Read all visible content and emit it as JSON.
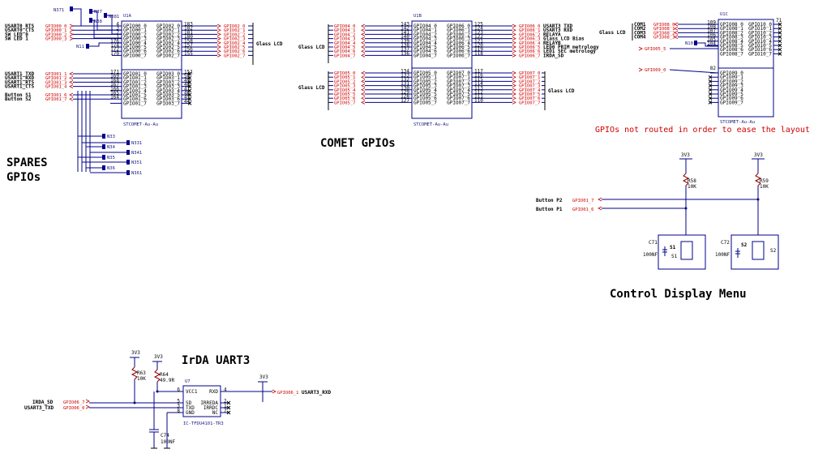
{
  "sections": {
    "spares_line1": "SPARES",
    "spares_line2": "GPIOs",
    "comet": "COMET GPIOs",
    "control_menu": "Control Display Menu",
    "irda": "IrDA UART3",
    "not_routed": "GPIOs not routed in order to ease the layout"
  },
  "u1a": {
    "ref": "U1A",
    "part": "STCOMET-Au-Au",
    "nc_refs": [
      "N371",
      "N37",
      "N381",
      "N38",
      "N11"
    ],
    "bottom_nc": [
      "N33",
      "N331",
      "N34",
      "N341",
      "N35",
      "N351",
      "N36",
      "N361"
    ],
    "top_left": [
      {
        "net": "USART0_RTS",
        "flag": "GPIO00_0",
        "pnum": "4",
        "pin": "GPIO00_0"
      },
      {
        "net": "USART0_CTS",
        "flag": "GPIO00_1",
        "pnum": "3",
        "pin": "GPIO00_1"
      },
      {
        "net": "SW LED 0",
        "flag": "GPIO00_2",
        "pnum": "2",
        "pin": "GPIO00_2"
      },
      {
        "net": "SW LED 1",
        "flag": "GPIO00_3",
        "pnum": "1",
        "pin": "GPIO00_3"
      },
      {
        "net": "",
        "flag": "",
        "pnum": "176",
        "pin": "GPIO00_4"
      },
      {
        "net": "",
        "flag": "",
        "pnum": "174",
        "pin": "GPIO00_5"
      },
      {
        "net": "",
        "flag": "",
        "pnum": "172",
        "pin": "GPIO00_6"
      },
      {
        "net": "",
        "flag": "",
        "pnum": "170",
        "pin": "GPIO00_7"
      }
    ],
    "top_right": [
      {
        "pin": "GPIO02_0",
        "pnum": "183",
        "flag": "GPIO02_0"
      },
      {
        "pin": "GPIO02_1",
        "pnum": "182",
        "flag": "GPIO02_1"
      },
      {
        "pin": "GPIO02_2",
        "pnum": "181",
        "flag": "GPIO02_2"
      },
      {
        "pin": "GPIO02_3",
        "pnum": "180",
        "flag": "GPIO02_3"
      },
      {
        "pin": "GPIO02_4",
        "pnum": "158",
        "flag": "GPIO02_4"
      },
      {
        "pin": "GPIO02_5",
        "pnum": "157",
        "flag": "GPIO02_5"
      },
      {
        "pin": "GPIO02_6",
        "pnum": "156",
        "flag": "GPIO02_6"
      },
      {
        "pin": "GPIO02_7",
        "pnum": "155",
        "flag": "GPIO02_7"
      }
    ],
    "top_right_label": "Glass LCD",
    "bot_left": [
      {
        "net": "USART1_TXD",
        "flag": "GPIO01_1",
        "pnum": "171",
        "pin": "GPIO01_0"
      },
      {
        "net": "USART1_RXD",
        "flag": "GPIO01_2",
        "pnum": "169",
        "pin": "GPIO01_1"
      },
      {
        "net": "USART1_RTS",
        "flag": "GPIO01_3",
        "pnum": "168",
        "pin": "GPIO01_2"
      },
      {
        "net": "USART1_CTS",
        "flag": "GPIO01_4",
        "pnum": "167",
        "pin": "GPIO01_3"
      },
      {
        "net": "",
        "flag": "",
        "pnum": "166",
        "pin": "GPIO01_4"
      },
      {
        "net": "Button S1",
        "flag": "GPIO01_6",
        "pnum": "165",
        "pin": "GPIO01_5"
      },
      {
        "net": "Button S2",
        "flag": "GPIO01_7",
        "pnum": "164",
        "pin": "GPIO01_6"
      },
      {
        "net": "",
        "flag": "",
        "pnum": "",
        "pin": "GPIO01_7"
      }
    ],
    "bot_right": [
      {
        "pin": "GPIO03_0",
        "pnum": "151"
      },
      {
        "pin": "GPIO03_1",
        "pnum": "50"
      },
      {
        "pin": "GPIO03_2",
        "pnum": "49"
      },
      {
        "pin": "GPIO03_3",
        "pnum": "48"
      },
      {
        "pin": "GPIO03_4",
        "pnum": "47"
      },
      {
        "pin": "GPIO03_5",
        "pnum": "46"
      },
      {
        "pin": "GPIO03_6",
        "pnum": "45"
      },
      {
        "pin": "GPIO03_7",
        "pnum": "44"
      }
    ]
  },
  "u1b": {
    "ref": "U1B",
    "part": "STCOMET-Au-Au",
    "top_label": "Glass LCD",
    "bot_label": "Glass LCD",
    "bot_right_label": "Glass LCD",
    "top_left": [
      {
        "flag": "GPIO04_0",
        "pnum": "143",
        "pin": "GPIO04_0"
      },
      {
        "flag": "GPIO04_1",
        "pnum": "142",
        "pin": "GPIO04_1"
      },
      {
        "flag": "GPIO04_2",
        "pnum": "141",
        "pin": "GPIO04_2"
      },
      {
        "flag": "GPIO04_3",
        "pnum": "140",
        "pin": "GPIO04_3"
      },
      {
        "flag": "GPIO04_4",
        "pnum": "139",
        "pin": "GPIO04_4"
      },
      {
        "flag": "GPIO04_5",
        "pnum": "138",
        "pin": "GPIO04_5"
      },
      {
        "flag": "GPIO04_6",
        "pnum": "137",
        "pin": "GPIO04_6"
      },
      {
        "flag": "GPIO04_7",
        "pnum": "136",
        "pin": "GPIO04_7"
      }
    ],
    "top_right": [
      {
        "pin": "GPIO06_0",
        "pnum": "125",
        "flag": "GPIO06_0",
        "net": "USART3 TXD"
      },
      {
        "pin": "GPIO06_1",
        "pnum": "124",
        "flag": "GPIO06_1",
        "net": "USART3 RXD"
      },
      {
        "pin": "GPIO06_2",
        "pnum": "123",
        "flag": "GPIO06_2",
        "net": "RELAYA"
      },
      {
        "pin": "GPIO06_3",
        "pnum": "122",
        "flag": "GPIO06_3",
        "net": "Glass LCD Bias"
      },
      {
        "pin": "GPIO06_4",
        "pnum": "121",
        "flag": "GPIO06_4",
        "net": "RELAYB"
      },
      {
        "pin": "GPIO06_5",
        "pnum": "120",
        "flag": "GPIO06_5",
        "net": "LED0 PRIM metrology"
      },
      {
        "pin": "GPIO06_6",
        "pnum": "119",
        "flag": "GPIO06_6",
        "net": "LED1 SEC metrology"
      },
      {
        "pin": "GPIO06_7",
        "pnum": "118",
        "flag": "GPIO06_7",
        "net": "IRDA_SD"
      }
    ],
    "bot_left": [
      {
        "flag": "GPIO05_0",
        "pnum": "134",
        "pin": "GPIO05_0"
      },
      {
        "flag": "GPIO05_1",
        "pnum": "133",
        "pin": "GPIO05_1"
      },
      {
        "flag": "GPIO05_2",
        "pnum": "132",
        "pin": "GPIO05_2"
      },
      {
        "flag": "GPIO05_3",
        "pnum": "131",
        "pin": "GPIO05_3"
      },
      {
        "flag": "GPIO05_4",
        "pnum": "130",
        "pin": "GPIO05_4"
      },
      {
        "flag": "GPIO05_5",
        "pnum": "129",
        "pin": "GPIO05_5"
      },
      {
        "flag": "GPIO05_6",
        "pnum": "128",
        "pin": "GPIO05_6"
      },
      {
        "flag": "GPIO05_7",
        "pnum": "127",
        "pin": "GPIO05_7"
      }
    ],
    "bot_right": [
      {
        "pin": "GPIO07_0",
        "pnum": "117",
        "flag": "GPIO07_0"
      },
      {
        "pin": "GPIO07_1",
        "pnum": "116",
        "flag": "GPIO07_1"
      },
      {
        "pin": "GPIO07_2",
        "pnum": "115",
        "flag": "GPIO07_2"
      },
      {
        "pin": "GPIO07_3",
        "pnum": "114",
        "flag": "GPIO07_3"
      },
      {
        "pin": "GPIO07_4",
        "pnum": "113",
        "flag": "GPIO07_4"
      },
      {
        "pin": "GPIO07_5",
        "pnum": "112",
        "flag": "GPIO07_5"
      },
      {
        "pin": "GPIO07_6",
        "pnum": "111",
        "flag": "GPIO07_6"
      },
      {
        "pin": "GPIO07_7",
        "pnum": "110",
        "flag": "GPIO07_7"
      }
    ]
  },
  "u1c": {
    "ref": "U1C",
    "part": "STCOMET-Au-Au",
    "lcd_label": "Glass LCD",
    "nc_ref": "N10",
    "gpio05_flag": "GPIO05_5",
    "gpio09_flag": "GPIO09_0",
    "top_left": [
      {
        "net": "COM1",
        "flag": "GPIO08_0",
        "pnum": "109",
        "pin": "GPIO08_0"
      },
      {
        "net": "COM2",
        "flag": "GPIO08_1",
        "pnum": "108",
        "pin": "GPIO08_1"
      },
      {
        "net": "COM3",
        "flag": "GPIO08_2",
        "pnum": "107",
        "pin": "GPIO08_2"
      },
      {
        "net": "COM4",
        "flag": "GPIO08_3",
        "pnum": "106",
        "pin": "GPIO08_3"
      },
      {
        "net": "",
        "flag": "",
        "pnum": "105",
        "pin": "GPIO08_4"
      },
      {
        "net": "",
        "flag": "",
        "pnum": "104",
        "pin": "GPIO08_5"
      },
      {
        "net": "",
        "flag": "",
        "pnum": "",
        "pin": "GPIO08_6"
      },
      {
        "net": "",
        "flag": "",
        "pnum": "",
        "pin": "GPIO08_7"
      }
    ],
    "top_right": [
      "GPIO10_0",
      "GPIO10_1",
      "GPIO10_2",
      "GPIO10_3",
      "GPIO10_4",
      "GPIO10_5",
      "GPIO10_6",
      "GPIO10_7"
    ],
    "top_right_pnum": "71",
    "bot_left_pnum": "82",
    "bot_left": [
      "GPIO09_0",
      "GPIO09_1",
      "GPIO09_2",
      "GPIO09_3",
      "GPIO09_4",
      "GPIO09_5",
      "GPIO09_6",
      "GPIO09_7"
    ]
  },
  "buttons": {
    "vcc": "3V3",
    "p2_net": "Button P2",
    "p2_flag": "GPIO01_7",
    "p1_net": "Button P1",
    "p1_flag": "GPIO01_6",
    "r1_ref": "R58",
    "r1_val": "10K",
    "r2_ref": "R59",
    "r2_val": "10K",
    "c1_ref": "C71",
    "c1_val": "100NF",
    "c2_ref": "C72",
    "c2_val": "100NF",
    "s1_ref": "S1",
    "s1_label": "S1",
    "s2_ref": "S2",
    "s2_label": "S2"
  },
  "irda_block": {
    "vcc": "3V3",
    "r63_ref": "R63",
    "r63_val": "10K",
    "r64_ref": "R64",
    "r64_val": "49.9R",
    "c74_ref": "C74",
    "c74_val": "100NF",
    "u7_ref": "U7",
    "u7_part": "IC-TFDU4101-TR3",
    "pins_left": [
      {
        "pnum": "6",
        "name": "VCC1"
      },
      {
        "pnum": "5",
        "name": "SD"
      },
      {
        "pnum": "3",
        "name": "TXD"
      },
      {
        "pnum": "8",
        "name": "GND"
      }
    ],
    "pins_right": [
      {
        "pnum": "4",
        "name": "RXD"
      },
      {
        "pnum": "2",
        "name": "IRREDA"
      },
      {
        "pnum": "1",
        "name": "IRRDC"
      },
      {
        "pnum": "7",
        "name": "NC"
      }
    ],
    "net_sd": "IRDA_SD",
    "flag_sd": "GPIO06_7",
    "net_txd": "USART3_TXD",
    "flag_txd": "GPIO06_0",
    "net_rxd": "USART3_RXD",
    "flag_rxd": "GPIO06_1"
  }
}
